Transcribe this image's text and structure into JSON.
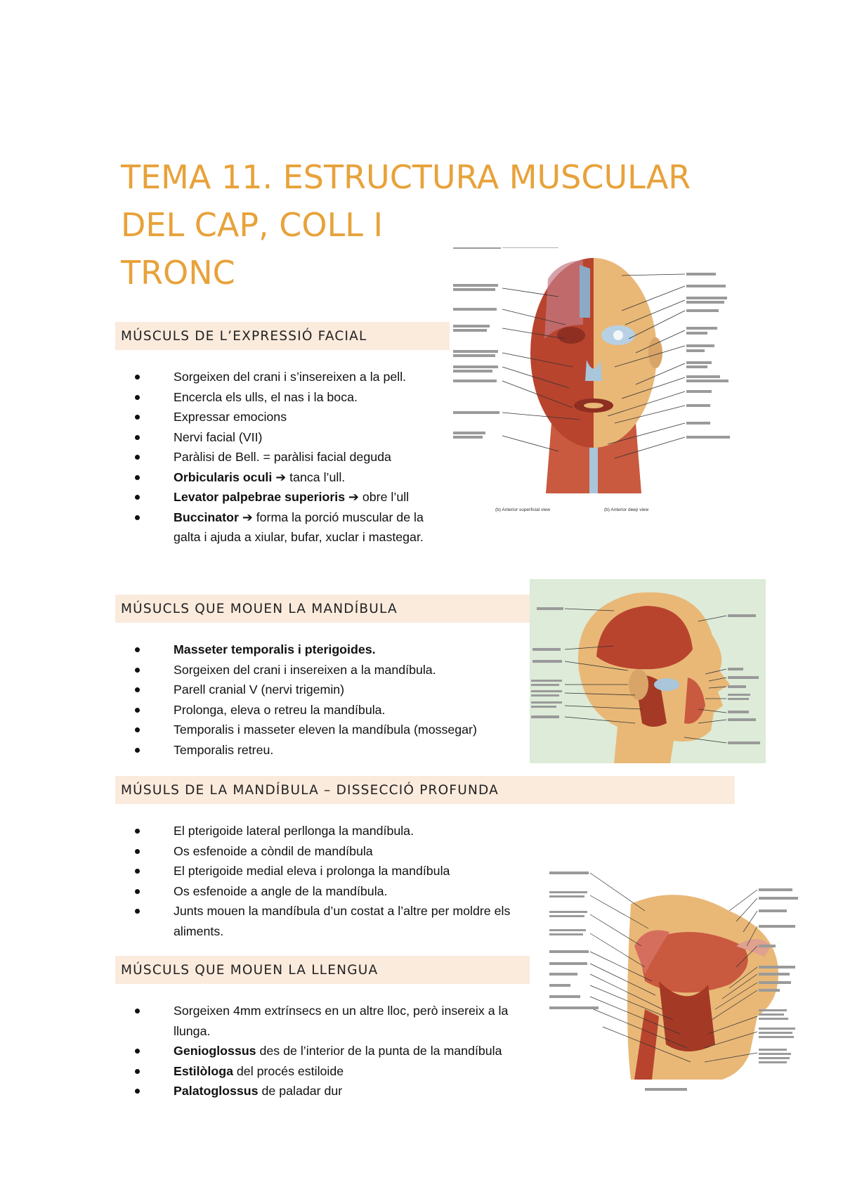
{
  "title": {
    "line1": "TEMA 11. ESTRUCTURA MUSCULAR",
    "line2": "DEL CAP, COLL I",
    "line3": "TRONC"
  },
  "colors": {
    "title": "#E8A23A",
    "heading_bg": "#FBEBDD",
    "muscle": "#B8442E",
    "skin": "#E9B877"
  },
  "sections": [
    {
      "heading": "MÚSCULS DE L’EXPRESSIÓ FACIAL",
      "items": [
        {
          "bold": "",
          "arrow": "",
          "text": "Sorgeixen del crani i s’insereixen a la pell."
        },
        {
          "bold": "",
          "arrow": "",
          "text": "Encercla els ulls, el nas i la boca."
        },
        {
          "bold": "",
          "arrow": "",
          "text": "Expressar emocions"
        },
        {
          "bold": "",
          "arrow": "",
          "text": "Nervi facial (VII)"
        },
        {
          "bold": "",
          "arrow": "",
          "text": "Paràlisi de Bell. = paràlisi facial deguda"
        },
        {
          "bold": "Orbicularis oculi",
          "arrow": "➔",
          "text": "tanca l’ull."
        },
        {
          "bold": "Levator palpebrae superioris",
          "arrow": "➔",
          "text": "obre l’ull"
        },
        {
          "bold": "Buccinator",
          "arrow": "➔",
          "text": "forma la porció muscular de la galta i ajuda a xiular, bufar, xuclar i mastegar."
        }
      ]
    },
    {
      "heading": "MÚSUCLS QUE MOUEN LA MANDÍBULA",
      "items": [
        {
          "bold": "Masseter temporalis i pterigoides.",
          "arrow": "",
          "text": ""
        },
        {
          "bold": "",
          "arrow": "",
          "text": "Sorgeixen del crani i insereixen a la mandíbula."
        },
        {
          "bold": "",
          "arrow": "",
          "text": "Parell cranial V (nervi trigemin)"
        },
        {
          "bold": "",
          "arrow": "",
          "text": "Prolonga, eleva o retreu la mandíbula."
        },
        {
          "bold": "",
          "arrow": "",
          "text": "Temporalis i masseter eleven la mandíbula (mossegar)"
        },
        {
          "bold": "",
          "arrow": "",
          "text": "Temporalis retreu."
        }
      ]
    },
    {
      "heading": "MÚSULS DE LA MANDÍBULA – DISSECCIÓ PROFUNDA",
      "items": [
        {
          "bold": "",
          "arrow": "",
          "text": "El pterigoide lateral perllonga la mandíbula."
        },
        {
          "bold": "",
          "arrow": "",
          "text": "Os esfenoide a còndil de mandíbula"
        },
        {
          "bold": "",
          "arrow": "",
          "text": "El pterigoide medial eleva i prolonga la mandíbula"
        },
        {
          "bold": "",
          "arrow": "",
          "text": "Os esfenoide a angle de la mandíbula."
        },
        {
          "bold": "",
          "arrow": "",
          "text": "Junts mouen la mandíbula d’un costat a l’altre per moldre els aliments."
        }
      ]
    },
    {
      "heading": "MÚSCULS QUE MOUEN LA LLENGUA",
      "items": [
        {
          "bold": "",
          "arrow": "",
          "text": "Sorgeixen 4mm extrínsecs en un altre lloc, però insereix a la llunga."
        },
        {
          "bold": "Genioglossus",
          "arrow": "",
          "text": "des de l’interior de la punta de la mandíbula"
        },
        {
          "bold": "Estilòloga",
          "arrow": "",
          "text": "del procés estiloide"
        },
        {
          "bold": "Palatoglossus",
          "arrow": "",
          "text": "de paladar dur"
        }
      ]
    }
  ],
  "figures": [
    {
      "name": "anterior-head-muscles-figure",
      "caption_left": "(b) Anterior superficial view",
      "caption_right": "(b) Anterior deep view"
    },
    {
      "name": "lateral-head-muscles-figure"
    },
    {
      "name": "tongue-muscles-figure"
    }
  ]
}
